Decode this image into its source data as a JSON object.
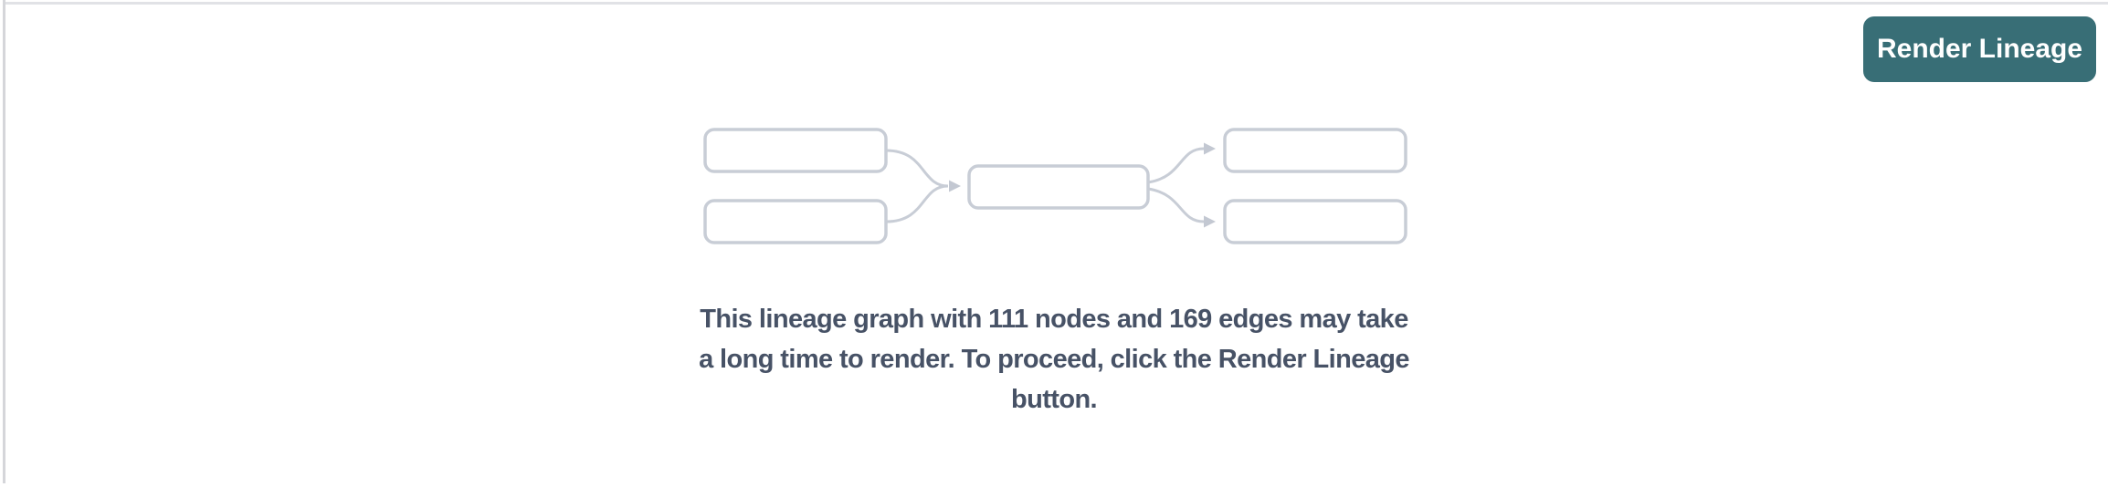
{
  "toolbar": {
    "render_button_label": "Render Lineage",
    "button_color": "#386E76",
    "button_text_color": "#ffffff"
  },
  "preview": {
    "description": "placeholder lineage diagram: 2 source nodes feeding 1 middle node feeding 2 target nodes",
    "node_count_shown": 5,
    "edge_count_shown": 4,
    "outline_color": "#c8cdd6"
  },
  "message": {
    "full_text": "This lineage graph with 111 nodes and 169 edges may take a long time to render. To proceed, click the Render Lineage button.",
    "lines": [
      "This lineage graph with 111 nodes and 169 edges may take",
      "a long time to render. To proceed, click the Render Lineage",
      "button."
    ],
    "node_count": 111,
    "edge_count": 169,
    "text_color": "#475266"
  },
  "borders": {
    "top_divider_color": "#e1e2e6",
    "left_divider_color": "#d5d6da"
  }
}
